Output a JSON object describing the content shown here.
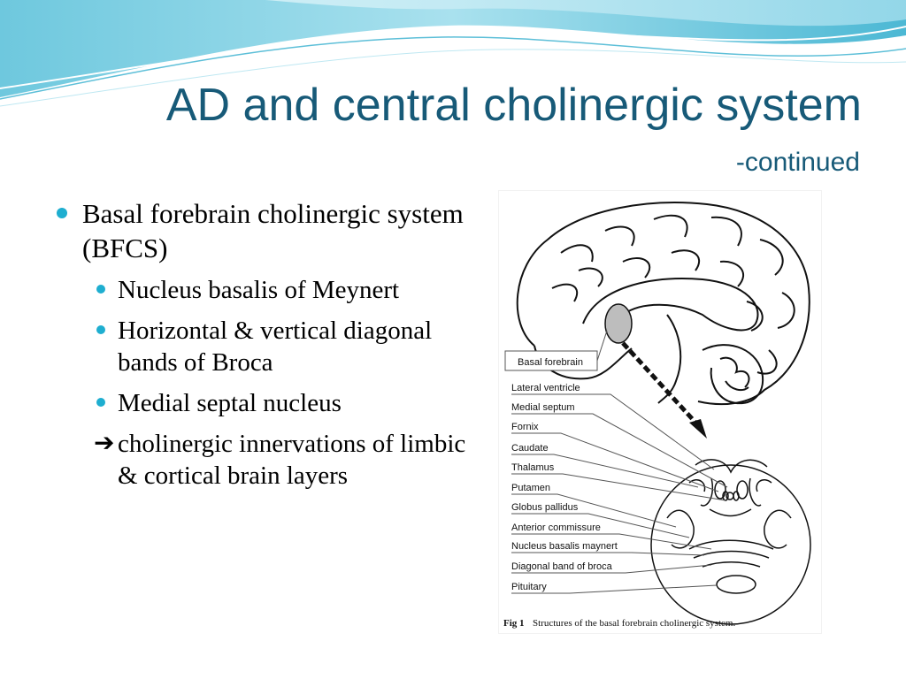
{
  "slide": {
    "title": "AD and central cholinergic system",
    "subtitle": "-continued",
    "bullet": "Basal forebrain cholinergic system (BFCS)",
    "sub_bullets": [
      "Nucleus basalis of Meynert",
      "Horizontal & vertical diagonal bands of Broca",
      "Medial septal nucleus"
    ],
    "arrow_text": "cholinergic innervations of limbic & cortical brain layers",
    "accent_color": "#1eaed0",
    "title_color": "#175a78"
  },
  "figure": {
    "box_label": "Basal forebrain",
    "labels": [
      "Lateral ventricle",
      "Medial septum",
      "Fornix",
      "Caudate",
      "Thalamus",
      "Putamen",
      "Globus pallidus",
      "Anterior commissure",
      "Nucleus basalis maynert",
      "Diagonal band of broca",
      "Pituitary"
    ],
    "caption_label": "Fig 1",
    "caption_text": "Structures of the basal forebrain cholinergic system."
  }
}
